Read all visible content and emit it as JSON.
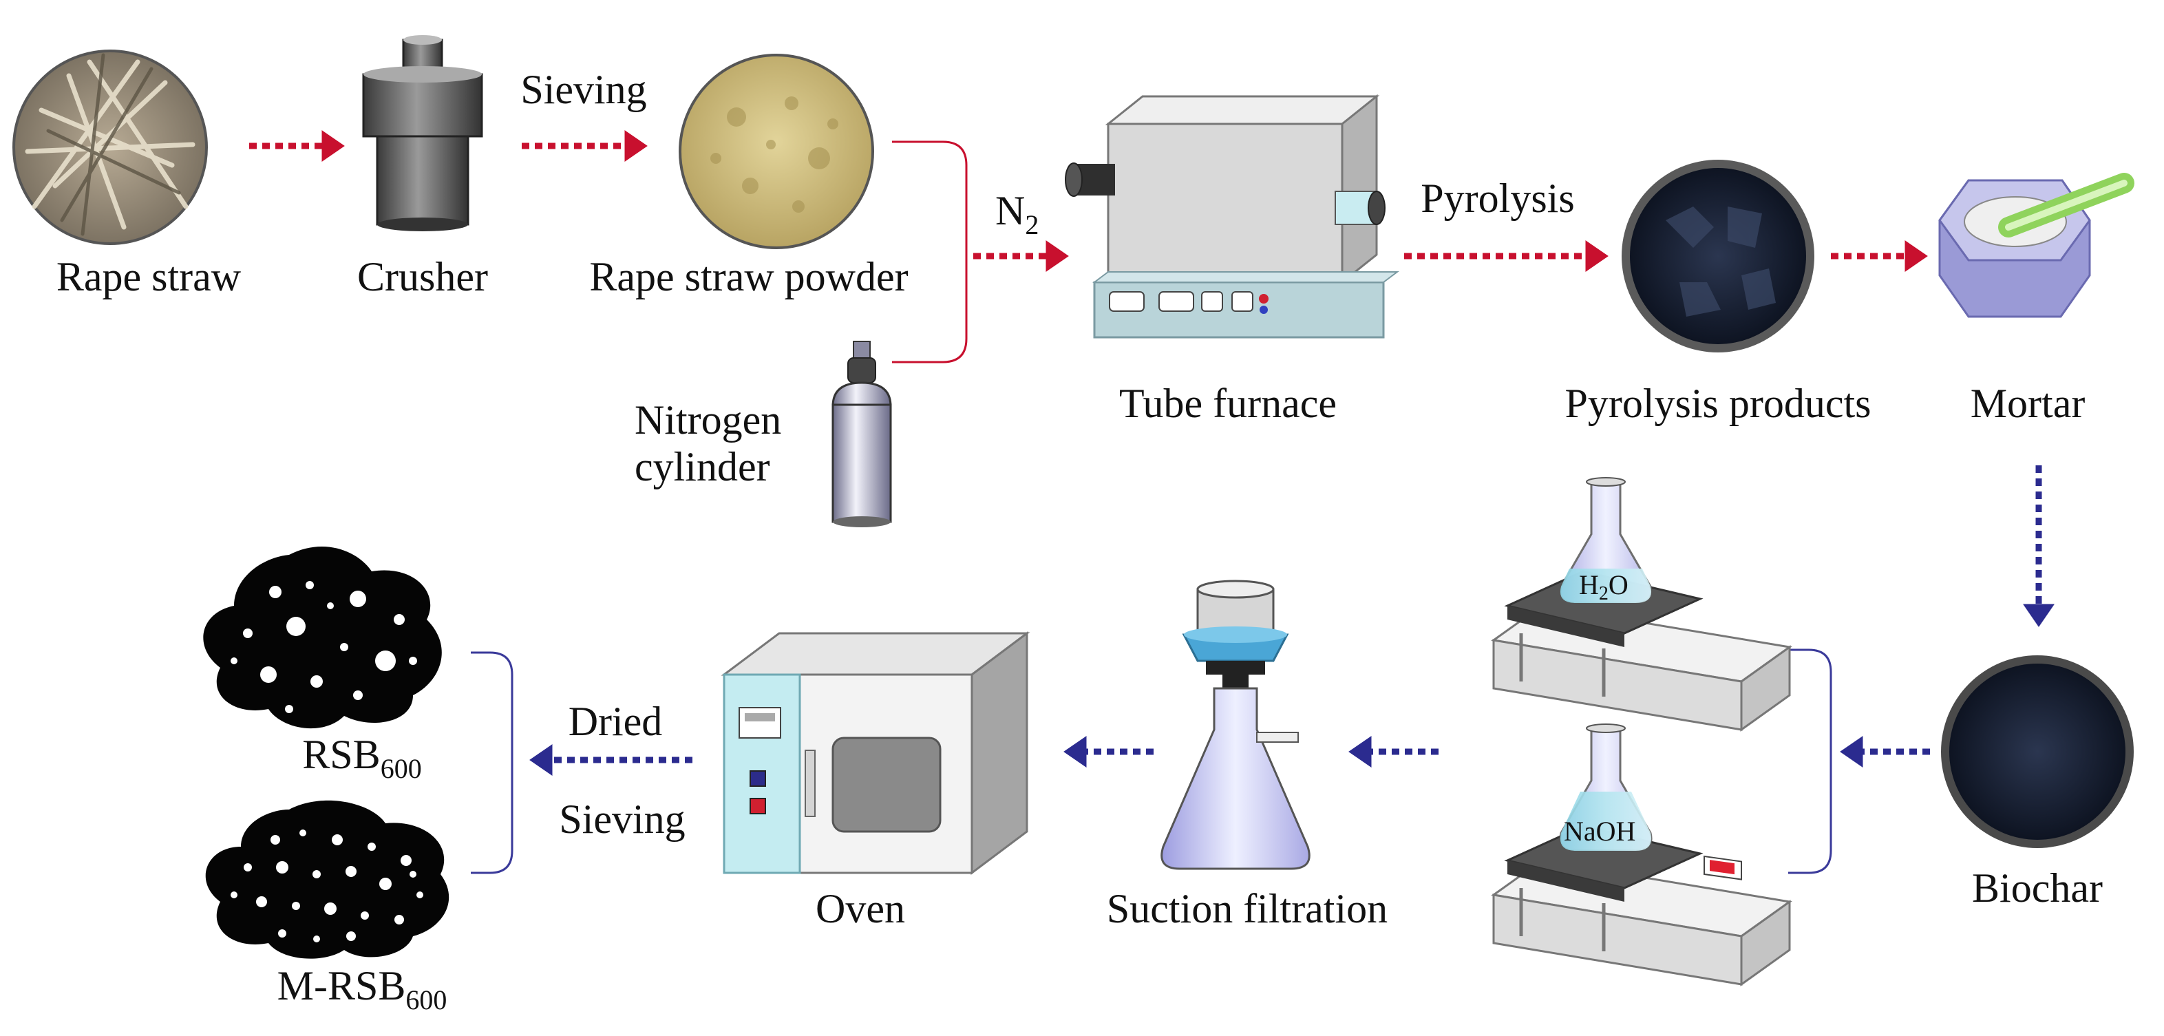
{
  "labels": {
    "rape_straw": "Rape straw",
    "crusher": "Crusher",
    "sieving_top": "Sieving",
    "rape_straw_powder": "Rape straw powder",
    "n2_main": "N",
    "n2_sub": "2",
    "nitrogen_line1": "Nitrogen",
    "nitrogen_line2": "cylinder",
    "tube_furnace": "Tube furnace",
    "pyrolysis": "Pyrolysis",
    "pyrolysis_products": "Pyrolysis products",
    "mortar": "Mortar",
    "biochar": "Biochar",
    "h2o_a": "H",
    "h2o_sub": "2",
    "h2o_b": "O",
    "naoh": "NaOH",
    "suction_filtration": "Suction filtration",
    "oven": "Oven",
    "dried": "Dried",
    "sieving_bottom": "Sieving",
    "rsb_main": "RSB",
    "rsb_sub": "600",
    "mrsb_main": "M-RSB",
    "mrsb_sub": "600"
  },
  "colors": {
    "arrow_red": "#c8102e",
    "arrow_blue": "#2b2b8f",
    "bracket_red": "#c8102e",
    "bracket_blue": "#3a3a9a"
  },
  "icons": [
    "straw-photo-icon",
    "crusher-icon",
    "powder-photo-icon",
    "nitrogen-cylinder-icon",
    "tube-furnace-icon",
    "pyrolysis-products-photo-icon",
    "mortar-icon",
    "biochar-photo-icon",
    "hotplate-flask-icon",
    "suction-flask-icon",
    "oven-icon",
    "porous-particle-icon"
  ]
}
